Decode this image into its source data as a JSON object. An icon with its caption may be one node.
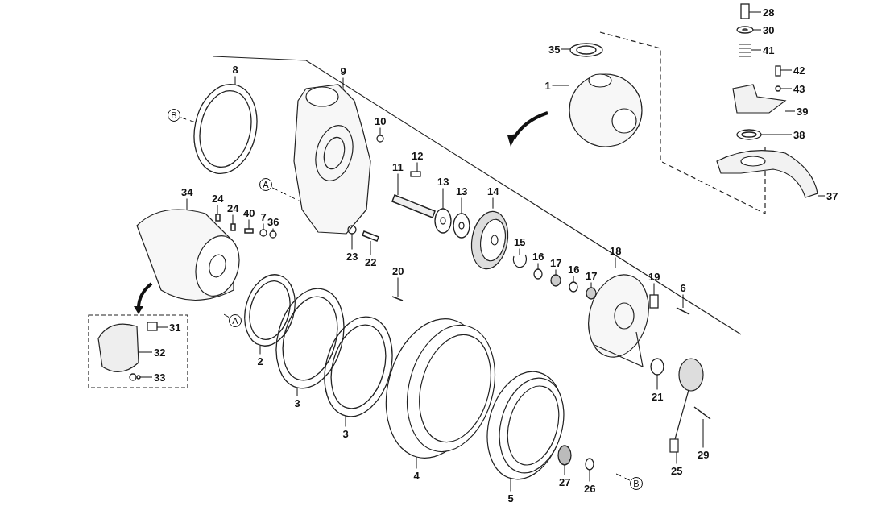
{
  "diagram": {
    "nodes": [
      {
        "text": [
          "8"
        ]
      },
      {
        "text": [
          "9"
        ]
      },
      {
        "text": [
          "B"
        ]
      },
      {
        "text": [
          "10"
        ]
      },
      {
        "text": [
          "12"
        ]
      },
      {
        "text": [
          "11"
        ]
      },
      {
        "text": [
          "13"
        ]
      },
      {
        "text": [
          "13"
        ]
      },
      {
        "text": [
          "14"
        ]
      },
      {
        "text": [
          "15"
        ]
      },
      {
        "text": [
          "16"
        ]
      },
      {
        "text": [
          "17"
        ]
      },
      {
        "text": [
          "16"
        ]
      },
      {
        "text": [
          "17"
        ]
      },
      {
        "text": [
          "18"
        ]
      },
      {
        "text": [
          "19"
        ]
      },
      {
        "text": [
          "6"
        ]
      },
      {
        "text": [
          "A"
        ]
      },
      {
        "text": [
          "34"
        ]
      },
      {
        "text": [
          "24"
        ]
      },
      {
        "text": [
          "24"
        ]
      },
      {
        "text": [
          "40"
        ]
      },
      {
        "text": [
          "7"
        ]
      },
      {
        "text": [
          "36"
        ]
      },
      {
        "text": [
          "23"
        ]
      },
      {
        "text": [
          "22"
        ]
      },
      {
        "text": [
          "20"
        ]
      },
      {
        "text": [
          "A"
        ]
      },
      {
        "text": [
          "31"
        ]
      },
      {
        "text": [
          "32"
        ]
      },
      {
        "text": [
          "33"
        ]
      },
      {
        "text": [
          "2"
        ]
      },
      {
        "text": [
          "3"
        ]
      },
      {
        "text": [
          "3"
        ]
      },
      {
        "text": [
          "4"
        ]
      },
      {
        "text": [
          "5"
        ]
      },
      {
        "text": [
          "27"
        ]
      },
      {
        "text": [
          "26"
        ]
      },
      {
        "text": [
          "B"
        ]
      },
      {
        "text": [
          "21"
        ]
      },
      {
        "text": [
          "25"
        ]
      },
      {
        "text": [
          "29"
        ]
      },
      {
        "text": [
          "35"
        ]
      },
      {
        "text": [
          "1"
        ]
      },
      {
        "text": [
          "28"
        ]
      },
      {
        "text": [
          "30"
        ]
      },
      {
        "text": [
          "41"
        ]
      },
      {
        "text": [
          "42"
        ]
      },
      {
        "text": [
          "43"
        ]
      },
      {
        "text": [
          "39"
        ]
      },
      {
        "text": [
          "38"
        ]
      },
      {
        "text": [
          "37"
        ]
      },
      {
        "text": [],
        "shape": "picture"
      },
      {
        "text": [],
        "shape": "circle"
      },
      {
        "text": [],
        "shape": "box"
      },
      {
        "text": [],
        "shape": "picture"
      },
      {
        "text": [],
        "shape": "bar"
      },
      {
        "text": [],
        "shape": "circle"
      },
      {
        "text": [],
        "shape": "bar"
      },
      {
        "text": [],
        "shape": "bar"
      },
      {
        "text": [],
        "shape": "circle"
      },
      {
        "text": [],
        "shape": "circle"
      },
      {
        "text": [],
        "shape": "circle"
      },
      {
        "text": [],
        "shape": "circle"
      },
      {
        "text": [],
        "shape": "picture"
      },
      {
        "text": [],
        "shape": "circle"
      },
      {
        "text": [],
        "shape": "circle"
      },
      {
        "text": [],
        "shape": "bar"
      },
      {
        "text": [],
        "shape": "circle"
      },
      {
        "text": [],
        "shape": "bar"
      },
      {
        "text": [],
        "shape": "bar"
      },
      {
        "text": [],
        "shape": "box"
      },
      {
        "text": [],
        "shape": "circle"
      },
      {
        "text": [],
        "shape": "picture"
      },
      {
        "text": [],
        "shape": "circle"
      },
      {
        "text": [],
        "shape": "picture"
      },
      {
        "text": [],
        "shape": "picture"
      },
      {
        "text": [],
        "shape": "picture"
      },
      {
        "text": [],
        "shape": "circle"
      },
      {
        "text": [],
        "shape": "circle"
      },
      {
        "text": [],
        "shape": "circle"
      },
      {
        "text": [],
        "shape": "circle"
      },
      {
        "text": [],
        "shape": "circle"
      },
      {
        "text": [],
        "shape": "circle"
      },
      {
        "text": [],
        "shape": "circle"
      },
      {
        "text": [],
        "shape": "picture"
      },
      {
        "text": [],
        "shape": "picture"
      },
      {
        "text": [],
        "shape": "box"
      },
      {
        "text": [],
        "shape": "circle"
      },
      {
        "text": [],
        "shape": "bar"
      },
      {
        "text": [],
        "shape": "picture"
      },
      {
        "text": [],
        "shape": "bar"
      },
      {
        "text": [],
        "shape": "box"
      },
      {
        "text": [],
        "shape": "circle"
      },
      {
        "text": [],
        "shape": "picture"
      },
      {
        "text": [],
        "shape": "circle"
      },
      {
        "text": [],
        "shape": "picture"
      },
      {
        "text": [],
        "shape": "picture"
      },
      {
        "text": [],
        "shape": "box"
      },
      {
        "text": [],
        "shape": "circle"
      }
    ],
    "edges": [
      {
        "from": 0,
        "to": 57,
        "arrow": "none"
      },
      {
        "from": 1,
        "to": 64,
        "arrow": "none"
      },
      {
        "from": 2,
        "to": 57,
        "arrow": "none",
        "style": "dashed"
      },
      {
        "from": 3,
        "to": 68,
        "arrow": "none"
      },
      {
        "from": 4,
        "to": 71,
        "arrow": "none"
      },
      {
        "from": 5,
        "to": 70,
        "arrow": "none"
      },
      {
        "from": 6,
        "to": 72,
        "arrow": "none"
      },
      {
        "from": 7,
        "to": 74,
        "arrow": "none"
      },
      {
        "from": 8,
        "to": 75,
        "arrow": "none"
      },
      {
        "from": 9,
        "to": 76,
        "arrow": "none"
      },
      {
        "from": 10,
        "to": 78,
        "arrow": "none"
      },
      {
        "from": 11,
        "to": 79,
        "arrow": "none"
      },
      {
        "from": 12,
        "to": 81,
        "arrow": "none"
      },
      {
        "from": 13,
        "to": 84,
        "arrow": "none"
      },
      {
        "from": 14,
        "to": 86,
        "arrow": "none"
      },
      {
        "from": 15,
        "to": 87,
        "arrow": "none"
      },
      {
        "from": 16,
        "to": 89,
        "arrow": "none"
      },
      {
        "from": 17,
        "to": 64,
        "arrow": "none",
        "style": "dashed"
      },
      {
        "from": 18,
        "to": 55,
        "arrow": "none"
      },
      {
        "from": 19,
        "to": 56,
        "arrow": "none"
      },
      {
        "from": 20,
        "to": 58,
        "arrow": "none"
      },
      {
        "from": 21,
        "to": 59,
        "arrow": "none"
      },
      {
        "from": 22,
        "to": 60,
        "arrow": "none"
      },
      {
        "from": 23,
        "to": 62,
        "arrow": "none"
      },
      {
        "from": 24,
        "to": 65,
        "arrow": "none"
      },
      {
        "from": 25,
        "to": 67,
        "arrow": "none"
      },
      {
        "from": 26,
        "to": 69,
        "arrow": "none"
      },
      {
        "from": 27,
        "to": null,
        "arrow": "none",
        "style": "dashed"
      },
      {
        "from": 28,
        "to": 54,
        "arrow": "none"
      },
      {
        "from": 29,
        "to": 52,
        "arrow": "none"
      },
      {
        "from": 30,
        "to": 53,
        "arrow": "none"
      },
      {
        "from": 31,
        "to": 61,
        "arrow": "none"
      },
      {
        "from": 32,
        "to": 63,
        "arrow": "none"
      },
      {
        "from": 33,
        "to": 66,
        "arrow": "none"
      },
      {
        "from": 34,
        "to": 73,
        "arrow": "none"
      },
      {
        "from": 35,
        "to": 77,
        "arrow": "none"
      },
      {
        "from": 36,
        "to": 80,
        "arrow": "none"
      },
      {
        "from": 37,
        "to": 83,
        "arrow": "none"
      },
      {
        "from": 38,
        "to": null,
        "arrow": "none",
        "style": "dashed"
      },
      {
        "from": 39,
        "to": 88,
        "arrow": "none"
      },
      {
        "from": 40,
        "to": 90,
        "arrow": "none"
      },
      {
        "from": 41,
        "to": 91,
        "arrow": "none"
      },
      {
        "from": 42,
        "to": 82,
        "arrow": "none"
      },
      {
        "from": 43,
        "to": 85,
        "arrow": "none"
      },
      {
        "from": 44,
        "to": 92,
        "arrow": "none"
      },
      {
        "from": 45,
        "to": 93,
        "arrow": "none"
      },
      {
        "from": 46,
        "to": 94,
        "arrow": "none"
      },
      {
        "from": 47,
        "to": 98,
        "arrow": "none"
      },
      {
        "from": 48,
        "to": 99,
        "arrow": "none"
      },
      {
        "from": 49,
        "to": 96,
        "arrow": "none"
      },
      {
        "from": 50,
        "to": 95,
        "arrow": "none"
      },
      {
        "from": 51,
        "to": 97,
        "arrow": "none"
      }
    ]
  }
}
